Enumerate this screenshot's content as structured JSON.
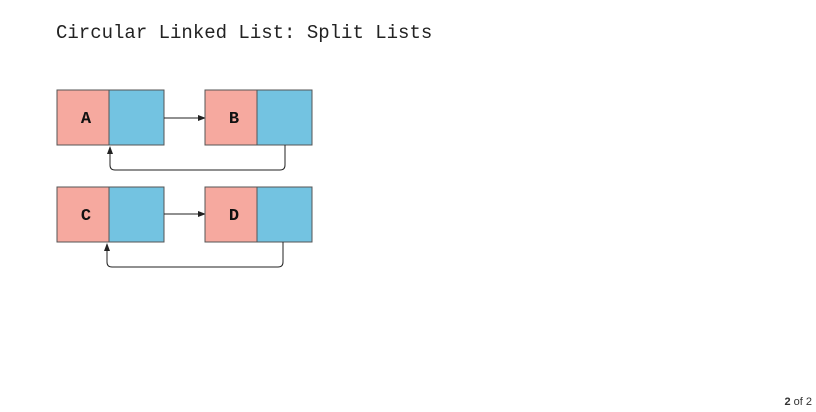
{
  "title": "Circular Linked List: Split Lists",
  "lists": [
    {
      "nodes": [
        "A",
        "B"
      ]
    },
    {
      "nodes": [
        "C",
        "D"
      ]
    }
  ],
  "pager": {
    "current": "2",
    "separator": "of",
    "total": "2"
  },
  "colors": {
    "data_cell": "#f6a99f",
    "pointer_cell": "#73c3e1"
  }
}
